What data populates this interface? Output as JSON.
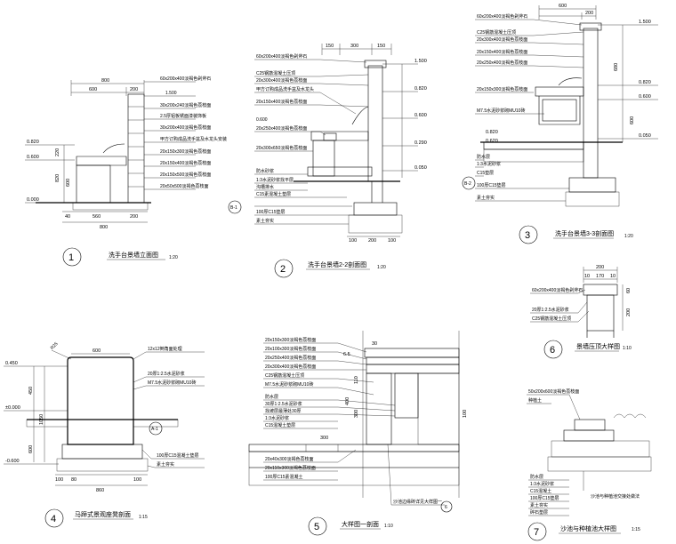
{
  "d1": {
    "number": "1",
    "title": "洗手台景墙立面图",
    "scale": "1:20",
    "dims_top": [
      "800",
      "600",
      "200"
    ],
    "dims_bottom": [
      "40",
      "560",
      "200",
      "800"
    ],
    "levels": [
      "0.820",
      "0.600",
      "0.000"
    ],
    "vdims": [
      "220",
      "820",
      "600"
    ],
    "labels": [
      "60x200x400淡褐色剁斧石",
      "1.500",
      "30x200x240淡褐色荔枝面",
      "2.5厚铝板锈面漆装饰板",
      "30x200x400淡褐色荔枝面",
      "甲方订购成品洗手盆及水龙头安装",
      "20x150x300淡褐色荔枝面",
      "20x150x400淡褐色荔枝面",
      "20x150x500淡褐色荔枝面",
      "20x50x500淡褐色荔枝面"
    ]
  },
  "d2": {
    "number": "2",
    "title": "洗手台景墙2-2剖面图",
    "scale": "1:20",
    "dims_top": [
      "150",
      "300",
      "150"
    ],
    "levels": [
      "1.500",
      "0.820",
      "0.600",
      "0.290",
      "0.050"
    ],
    "labels": [
      "60x200x400淡褐色剁斧石",
      "C25钢筋混凝土压顶",
      "20x300x400淡褐色荔枝面",
      "甲方订购成品洗手盆及水龙头",
      "20x150x400淡褐色荔枝面",
      "0.600",
      "20x250x400淡褐色荔枝面",
      "20x300x650淡褐色荔枝面",
      "防水砂浆",
      "1:3水泥砂浆找平层",
      "沟槽排水",
      "C15素混凝土垫层",
      "100厚C15垫层",
      "素土夯实"
    ],
    "dims_bottom": [
      "100",
      "200",
      "100"
    ],
    "section_marker": "B-1"
  },
  "d3": {
    "number": "3",
    "title": "洗手台景墙3-3剖面图",
    "scale": "1:20",
    "dims_top": [
      "600",
      "200"
    ],
    "levels": [
      "1.500",
      "0.820",
      "0.600",
      "0.050"
    ],
    "labels": [
      "60x200x400淡褐色剁斧石",
      "C25钢筋混凝土压顶",
      "20x300x400淡褐色荔枝面",
      "20x150x400淡褐色荔枝面",
      "20x250x400淡褐色荔枝面",
      "20x150x300淡褐色荔枝面",
      "M7.5水泥砂浆砌MU10砖",
      "0.820",
      "0.620",
      "防水层",
      "1:3水泥砂浆",
      "C15垫层",
      "100厚C15垫层",
      "素土夯实"
    ],
    "vdims": [
      "680",
      "600"
    ],
    "section_marker": "B-2"
  },
  "d4": {
    "number": "4",
    "title": "马蹄式景观座凳剖面",
    "scale": "1:15",
    "labels": [
      "R25",
      "600",
      "12x12倒角面处理",
      "20厚1:2.5水泥砂浆",
      "M7.5水泥砂浆砌MU10砖",
      "100厚C15混凝土垫层",
      "素土夯实"
    ],
    "levels": [
      "0.450",
      "±0.000",
      "-0.600"
    ],
    "dims_bottom": [
      "100",
      "80",
      "100",
      "860"
    ],
    "vdims": [
      "450",
      "1050",
      "600"
    ],
    "section_marker": "A-1"
  },
  "d5": {
    "number": "5",
    "title": "大样图一剖面",
    "scale": "1:10",
    "labels": [
      "20x150x300淡褐色荔枝面",
      "20x100x300淡褐色荔枝面",
      "20x250x400淡褐色荔枝面",
      "20x300x400淡褐色荔枝面",
      "C25钢筋混凝土压顶",
      "M7.5水泥砂浆砌MU10砖",
      "防水层",
      "30厚1:2.5水泥砂浆",
      "找坡层最薄处30厚",
      "1:3水泥砂浆",
      "C15混凝土垫层",
      "20x40x300淡褐色荔枝面",
      "20x110x300淡褐色荔枝面",
      "100厚C15素混凝土",
      "沙池边缘砖详见大样图一",
      "6.5",
      "30",
      "300",
      "110",
      "300",
      "400",
      "100"
    ],
    "section_marker": "6"
  },
  "d6": {
    "number": "6",
    "title": "景墙压顶大样图",
    "scale": "1:10",
    "dims_top": [
      "200",
      "10",
      "170",
      "10"
    ],
    "labels": [
      "60x200x400淡褐色剁斧石",
      "20厚1:2.5水泥砂浆",
      "C25钢筋混凝土压顶"
    ],
    "vdims": [
      "60",
      "200"
    ]
  },
  "d7": {
    "number": "7",
    "title": "沙池与种植池大样图",
    "scale": "1:15",
    "labels": [
      "50x200x600淡褐色荔枝面",
      "种植土",
      "防水层",
      "1:3水泥砂浆",
      "C15混凝土",
      "100厚C15垫层",
      "素土夯实",
      "碎石垫层",
      "沙池与种植池交接处做法"
    ]
  }
}
